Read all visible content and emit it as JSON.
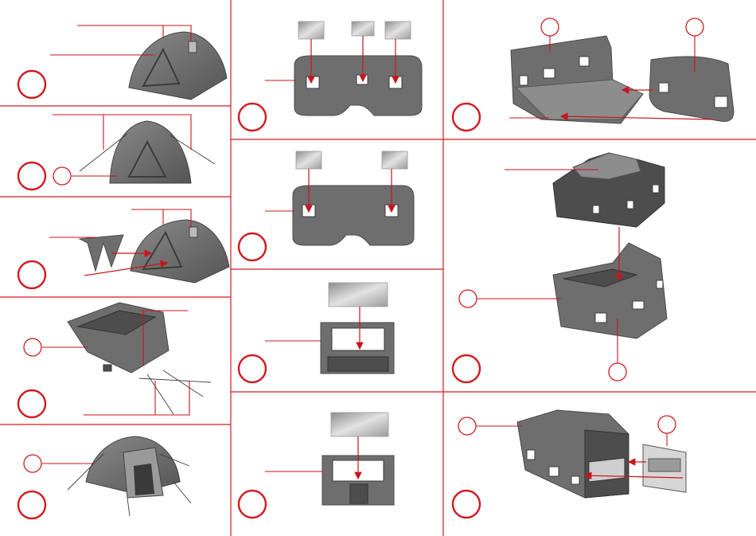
{
  "sheet": {
    "accent_color": "#d11a1f",
    "part_color": "#6e6e6e",
    "background": "#ffffff"
  },
  "panels": [
    {
      "id": "tent-dome-roof",
      "column": "left",
      "row": 1,
      "step_label": "",
      "callouts": []
    },
    {
      "id": "tent-dome-ropes",
      "column": "left",
      "row": 2,
      "step_label": "",
      "callouts": [
        ""
      ]
    },
    {
      "id": "tent-dome-awning",
      "column": "left",
      "row": 3,
      "step_label": "",
      "callouts": []
    },
    {
      "id": "tent-base-poles",
      "column": "left",
      "row": 4,
      "step_label": "",
      "callouts": [
        ""
      ]
    },
    {
      "id": "tent-complete",
      "column": "left",
      "row": 5,
      "step_label": "",
      "callouts": [
        ""
      ]
    },
    {
      "id": "panel-three-windows",
      "column": "middle",
      "row": 1,
      "step_label": "",
      "callouts": []
    },
    {
      "id": "panel-two-windows",
      "column": "middle",
      "row": 2,
      "step_label": "",
      "callouts": []
    },
    {
      "id": "end-wall-large-window",
      "column": "middle",
      "row": 3,
      "step_label": "",
      "callouts": []
    },
    {
      "id": "end-wall-door-window",
      "column": "middle",
      "row": 4,
      "step_label": "",
      "callouts": []
    },
    {
      "id": "caravan-walls",
      "column": "right",
      "row": 1,
      "step_label": "",
      "callouts": [
        "",
        ""
      ]
    },
    {
      "id": "caravan-roof-body",
      "column": "right",
      "row": 2,
      "step_label": "",
      "callouts": [
        "",
        ""
      ]
    },
    {
      "id": "caravan-interior-insert",
      "column": "right",
      "row": 3,
      "step_label": "",
      "callouts": [
        "",
        ""
      ]
    }
  ]
}
